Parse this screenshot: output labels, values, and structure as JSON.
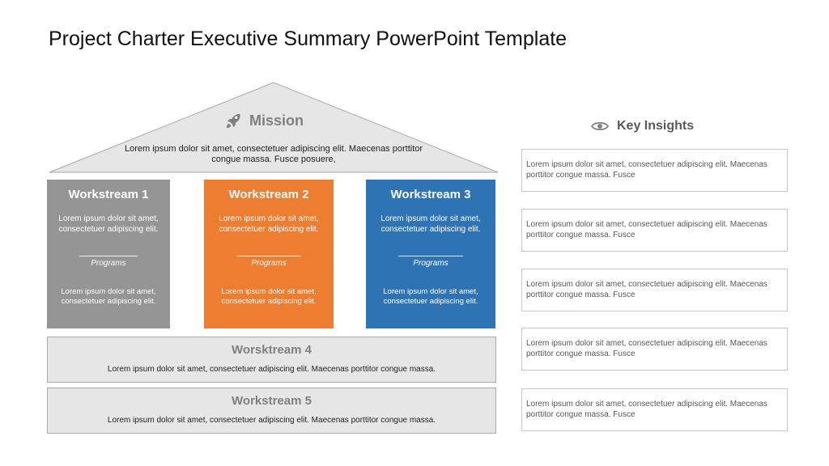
{
  "title": "Project Charter Executive Summary PowerPoint Template",
  "mission": {
    "icon": "rocket-icon",
    "title": "Mission",
    "text": "Lorem ipsum dolor sit amet, consectetuer adipiscing elit. Maecenas porttitor congue massa. Fusce posuere,"
  },
  "workstreams": [
    {
      "title": "Workstream 1",
      "color": "#959595",
      "desc": "Lorem ipsum dolor sit amet, consectetuer adipiscing elit.",
      "programs": "Programs",
      "desc2": "Lorem ipsum dolor sit amet, consectetuer adipiscing elit."
    },
    {
      "title": "Workstream 2",
      "color": "#ED7D31",
      "desc": "Lorem ipsum dolor sit amet, consectetuer adipiscing elit.",
      "programs": "Programs",
      "desc2": "Lorem ipsum dolor sit amet, consectetuer adipiscing elit."
    },
    {
      "title": "Workstream 3",
      "color": "#2E74B5",
      "desc": "Lorem ipsum dolor sit amet, consectetuer adipiscing elit.",
      "programs": "Programs",
      "desc2": "Lorem ipsum dolor sit amet, consectetuer adipiscing elit."
    }
  ],
  "floors": [
    {
      "title": "Worsktream 4",
      "text": "Lorem ipsum dolor sit amet, consectetuer adipiscing elit. Maecenas porttitor congue massa."
    },
    {
      "title": "Workstream 5",
      "text": "Lorem ipsum dolor sit amet, consectetuer adipiscing elit. Maecenas porttitor congue massa."
    }
  ],
  "insights": {
    "icon": "eye-icon",
    "title": "Key Insights",
    "items": [
      "Lorem ipsum dolor sit amet, consectetuer adipiscing elit. Maecenas porttitor congue massa. Fusce",
      "Lorem ipsum dolor sit amet, consectetuer adipiscing elit. Maecenas porttitor congue massa. Fusce",
      "Lorem ipsum dolor sit amet, consectetuer adipiscing elit. Maecenas porttitor congue massa. Fusce",
      "Lorem ipsum dolor sit amet, consectetuer adipiscing elit. Maecenas porttitor congue massa. Fusce",
      "Lorem ipsum dolor sit amet, consectetuer adipiscing elit. Maecenas porttitor congue massa. Fusce"
    ]
  }
}
